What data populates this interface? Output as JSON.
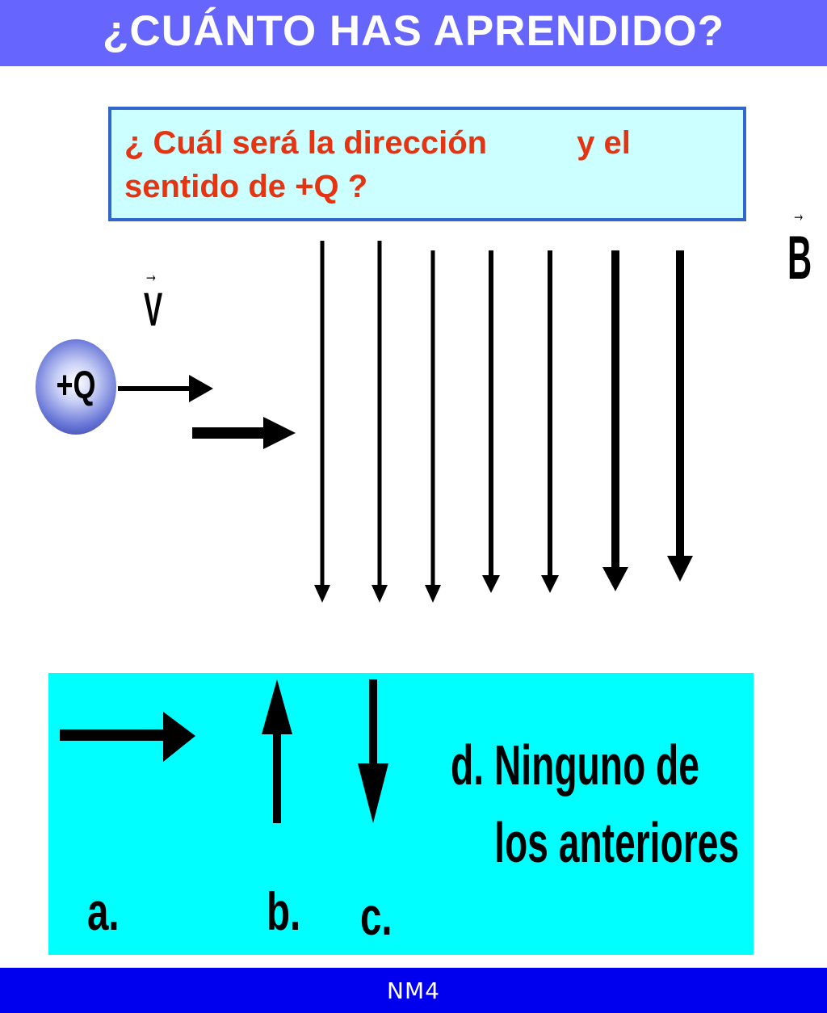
{
  "header": {
    "title": "¿CUÁNTO HAS APRENDIDO?"
  },
  "question": {
    "text": "¿ Cuál será la dirección          y el\nsentido de +Q ?"
  },
  "labels": {
    "velocity": "V",
    "field": "B",
    "vector_arrow": "→",
    "charge": "+Q"
  },
  "field_lines": {
    "direction": "down",
    "count": 7
  },
  "options": {
    "a": "a.",
    "b": "b.",
    "c": "c.",
    "d_line1": "d. Ninguno de",
    "d_line2": "los anteriores"
  },
  "footer": {
    "text": "NM4"
  },
  "colors": {
    "header_bg": "#6666ff",
    "question_text": "#e63312",
    "question_bg": "#ccffff",
    "question_border": "#3366cc",
    "options_bg": "#00ffff",
    "footer_bg": "#0000ee"
  }
}
